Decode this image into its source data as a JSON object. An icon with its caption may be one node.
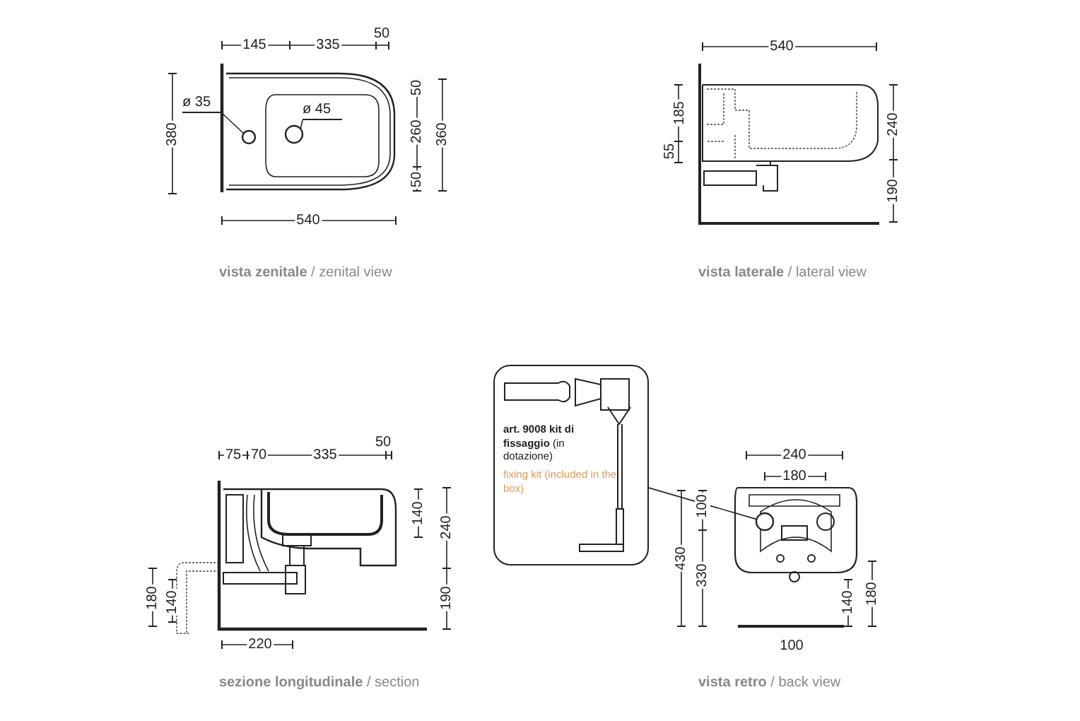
{
  "diagram": {
    "nodes": [
      {
        "text": [
          "ø 35"
        ]
      },
      {
        "text": [],
        "shape": "circle"
      },
      {
        "text": [
          "ø 45"
        ]
      },
      {
        "text": [],
        "shape": "circle"
      },
      {
        "text": [
          "**art. 9008 kit di fissaggio** (in dotazione)",
          "fixing kit (included in the box)"
        ]
      },
      {
        "text": [],
        "shape": "circle"
      }
    ],
    "edges": [
      {
        "from": 0,
        "to": 1,
        "arrow": "none"
      },
      {
        "from": 2,
        "to": 3,
        "arrow": "none"
      },
      {
        "from": 4,
        "to": 5,
        "arrow": "none"
      }
    ],
    "labels": [
      "145",
      "335",
      "50",
      "380",
      "50",
      "260",
      "360",
      "50",
      "540",
      "**vista zenitale** / zenital view",
      "540",
      "185",
      "55",
      "240",
      "190",
      "**vista laterale** / lateral view",
      "75",
      "70",
      "335",
      "50",
      "140",
      "240",
      "180",
      "140",
      "190",
      "220",
      "**sezione longitudinale** / section",
      "240",
      "180",
      "100",
      "430",
      "330",
      "140",
      "180",
      "100",
      "**vista retro** / back view"
    ]
  }
}
